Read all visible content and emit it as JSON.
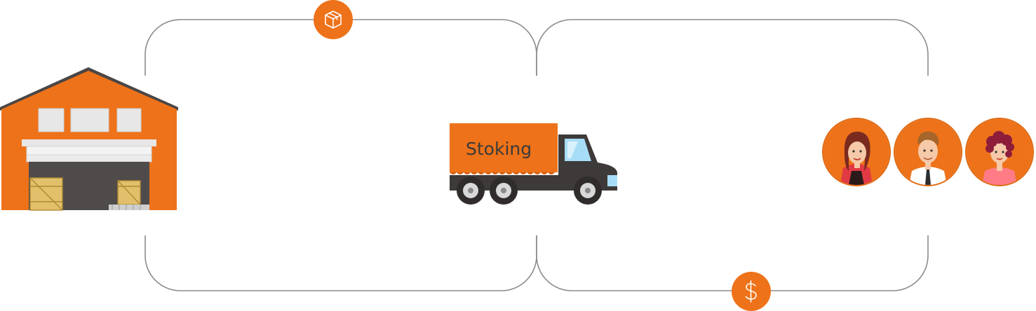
{
  "colors": {
    "accent": "#ee7219",
    "line": "#8c8c8c",
    "truck_body": "#3d3a39",
    "building_gray": "#e7e7e7"
  },
  "nodes": {
    "warehouse": {
      "icon": "warehouse-illustration"
    },
    "truck": {
      "label": "Stoking",
      "icon": "truck-illustration"
    },
    "customers": {
      "icon": "customer-avatars",
      "count": 3
    }
  },
  "flows": {
    "goods": {
      "icon": "package-icon"
    },
    "payment": {
      "icon": "dollar-icon"
    }
  }
}
